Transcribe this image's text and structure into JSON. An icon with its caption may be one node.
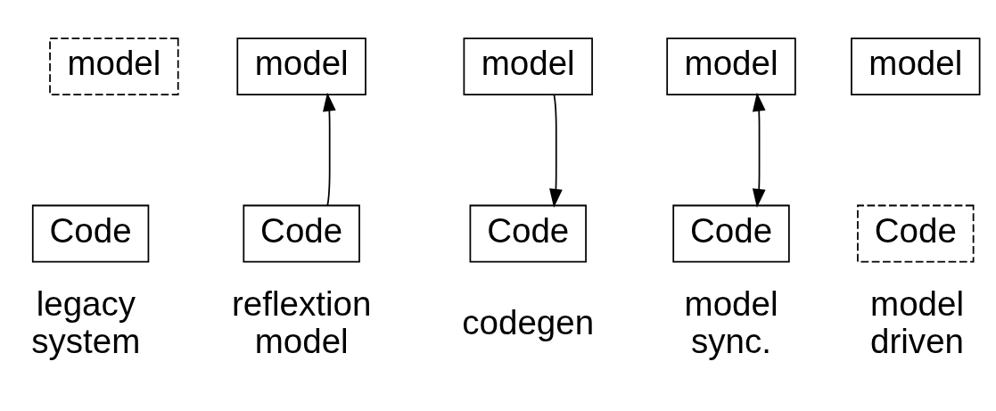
{
  "diagram": {
    "nodes": [
      {
        "text": [
          "model"
        ]
      },
      {
        "text": [
          "model"
        ]
      },
      {
        "text": [
          "model"
        ]
      },
      {
        "text": [
          "model"
        ]
      },
      {
        "text": [
          "model"
        ]
      },
      {
        "text": [
          "Code"
        ],
        "beside": [
          "legacy system"
        ]
      },
      {
        "text": [
          "Code"
        ],
        "beside": [
          "reflextion model"
        ]
      },
      {
        "text": [
          "Code"
        ],
        "beside": [
          "codegen"
        ]
      },
      {
        "text": [
          "Code"
        ],
        "beside": [
          "model sync."
        ]
      },
      {
        "text": [
          "Code"
        ],
        "beside": [
          "model driven"
        ]
      }
    ],
    "edges": [
      {
        "from": 6,
        "to": 1,
        "arrow": "to"
      },
      {
        "from": 2,
        "to": 7,
        "arrow": "to"
      },
      {
        "from": 3,
        "to": 8,
        "arrow": "both"
      }
    ]
  }
}
